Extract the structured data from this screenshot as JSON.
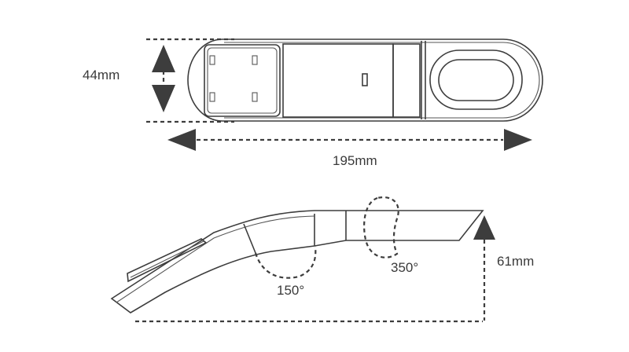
{
  "dimensions": {
    "width_top": "44mm",
    "length": "195mm",
    "height_side": "61mm"
  },
  "angles": {
    "rotation_a": "150°",
    "rotation_b": "350°"
  },
  "colors": {
    "line": "#3d3d3d",
    "text": "#3a3a3a",
    "background": "#ffffff"
  }
}
